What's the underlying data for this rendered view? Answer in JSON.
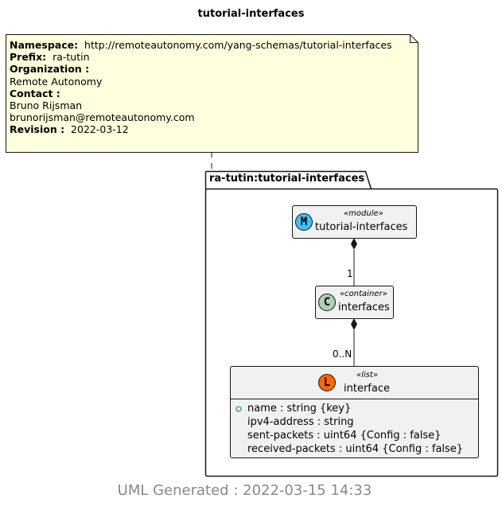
{
  "title": "tutorial-interfaces",
  "note": {
    "lines": [
      {
        "label": "Namespace:",
        "value": "http://remoteautonomy.com/yang-schemas/tutorial-interfaces"
      },
      {
        "label": "Prefix:",
        "value": "ra-tutin"
      },
      {
        "label": "Organization :",
        "value": ""
      },
      {
        "label": "",
        "value": "Remote Autonomy"
      },
      {
        "label": "Contact :",
        "value": ""
      },
      {
        "label": "",
        "value": "Bruno Rijsman"
      },
      {
        "label": "",
        "value": "brunorijsman@remoteautonomy.com"
      },
      {
        "label": "Revision :",
        "value": "2022-03-12"
      }
    ]
  },
  "package": {
    "label": "ra-tutin:tutorial-interfaces"
  },
  "classes": {
    "module": {
      "letter": "M",
      "stereotype": "«module»",
      "name": "tutorial-interfaces",
      "circle_color": "#3fc1f4"
    },
    "container": {
      "letter": "C",
      "stereotype": "«container»",
      "name": "interfaces",
      "circle_color": "#add1b2"
    },
    "list": {
      "letter": "L",
      "stereotype": "«list»",
      "name": "interface",
      "circle_color": "#ff6600",
      "attributes": [
        "name : string  {key}",
        "ipv4-address : string",
        "sent-packets : uint64   {Config : false}",
        "received-packets : uint64   {Config : false}"
      ]
    }
  },
  "relations": {
    "module_to_container_mult": "1",
    "container_to_list_mult": "0..N"
  },
  "footer": "UML Generated : 2022-03-15 14:33",
  "colors": {
    "note_fill": "#feffdd",
    "class_fill": "#f1f1f1",
    "line": "#181818",
    "footer": "#888888"
  }
}
